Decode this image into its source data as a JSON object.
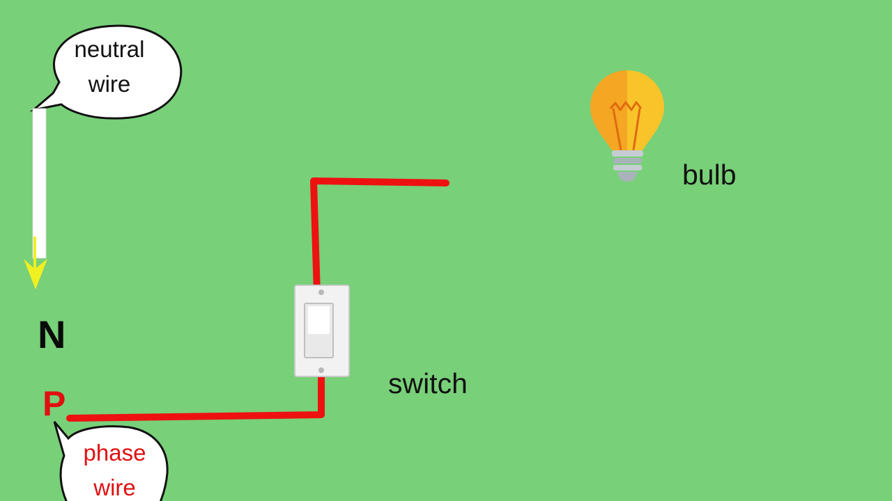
{
  "labels": {
    "neutral_line1": "neutral",
    "neutral_line2": "wire",
    "phase_line1": "phase",
    "phase_line2": "wire",
    "n": "N",
    "p": "P",
    "switch": "switch",
    "bulb": "bulb"
  },
  "colors": {
    "background": "#78d078",
    "phase_wire": "#ee1111",
    "neutral_wire": "#ffffff",
    "arrow": "#f0f020",
    "bulb_left": "#f5a623",
    "bulb_right": "#f8c42a",
    "bulb_base": "#a9b3bb"
  },
  "icons": [
    "light-bulb-icon",
    "wall-switch-icon",
    "down-arrow-icon"
  ]
}
